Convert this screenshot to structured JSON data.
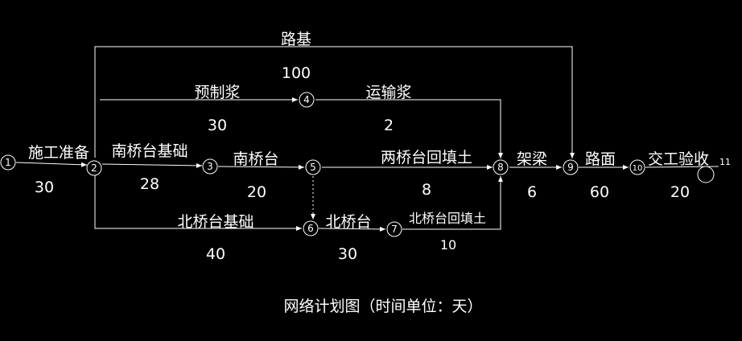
{
  "diagram": {
    "nodes": [
      {
        "id": "1",
        "label": "1"
      },
      {
        "id": "2",
        "label": "2"
      },
      {
        "id": "3",
        "label": "3"
      },
      {
        "id": "4",
        "label": "4"
      },
      {
        "id": "5",
        "label": "5"
      },
      {
        "id": "6",
        "label": "6"
      },
      {
        "id": "7",
        "label": "7"
      },
      {
        "id": "8",
        "label": "8"
      },
      {
        "id": "9",
        "label": "9"
      },
      {
        "id": "10",
        "label": "10"
      },
      {
        "id": "11",
        "label": "11"
      }
    ],
    "activities": [
      {
        "name": "施工准备",
        "duration": "30",
        "from": "1",
        "to": "2"
      },
      {
        "name": "南桥台基础",
        "duration": "28",
        "from": "2",
        "to": "3"
      },
      {
        "name": "南桥台",
        "duration": "20",
        "from": "3",
        "to": "5"
      },
      {
        "name": "两桥台回填土",
        "duration": "8",
        "from": "5",
        "to": "8"
      },
      {
        "name": "架梁",
        "duration": "6",
        "from": "8",
        "to": "9"
      },
      {
        "name": "路面",
        "duration": "60",
        "from": "9",
        "to": "10"
      },
      {
        "name": "交工验收",
        "duration": "20",
        "from": "10",
        "to": "11"
      },
      {
        "name": "路基",
        "duration": "100",
        "from": "2",
        "to": "9"
      },
      {
        "name": "预制浆",
        "duration": "30",
        "from": "2",
        "to": "4"
      },
      {
        "name": "运输浆",
        "duration": "2",
        "from": "4",
        "to": "8"
      },
      {
        "name": "北桥台基础",
        "duration": "40",
        "from": "2",
        "to": "6"
      },
      {
        "name": "北桥台",
        "duration": "30",
        "from": "6",
        "to": "7"
      },
      {
        "name": "北桥台回填土",
        "duration": "10",
        "from": "7",
        "to": "8"
      }
    ],
    "caption": "网络计划图（时间单位：天）"
  }
}
